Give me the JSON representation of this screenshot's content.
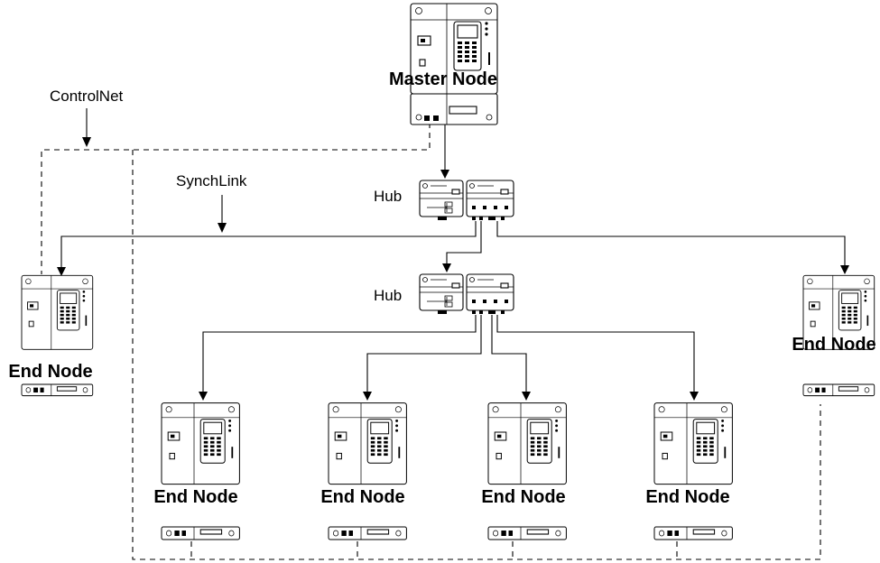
{
  "labels": {
    "master_node": "Master Node",
    "hub_upper": "Hub",
    "hub_lower": "Hub",
    "controlnet": "ControlNet",
    "synchlink": "SynchLink"
  },
  "end_nodes": [
    {
      "label": "End Node"
    },
    {
      "label": "End Node"
    },
    {
      "label": "End Node"
    },
    {
      "label": "End Node"
    },
    {
      "label": "End Node"
    },
    {
      "label": "End Node"
    }
  ]
}
